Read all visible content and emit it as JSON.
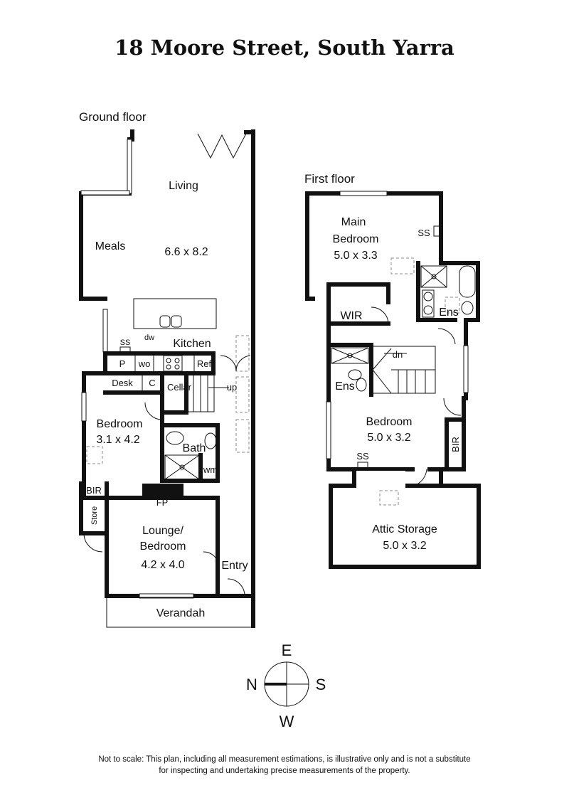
{
  "title": "18 Moore Street, South Yarra",
  "ground_floor": {
    "label": "Ground floor",
    "living": "Living",
    "meals": "Meals",
    "living_size": "6.6 x 8.2",
    "kitchen": "Kitchen",
    "dw": "dw",
    "ss": "SS",
    "pantry": "P",
    "wo": "wo",
    "ref": "Ref",
    "desk": "Desk",
    "c": "C",
    "cellar": "Cellar",
    "up": "up",
    "bedroom": "Bedroom",
    "bedroom_size": "3.1 x 4.2",
    "bath": "Bath",
    "wm": "wm",
    "bir": "BIR",
    "store": "Store",
    "fp": "FP",
    "lounge_line1": "Lounge/",
    "lounge_line2": "Bedroom",
    "lounge_size": "4.2 x 4.0",
    "entry": "Entry",
    "verandah": "Verandah"
  },
  "first_floor": {
    "label": "First floor",
    "main_bed_line1": "Main",
    "main_bed_line2": "Bedroom",
    "main_bed_size": "5.0 x 3.3",
    "ss": "SS",
    "wir": "WIR",
    "ens_main": "Ens",
    "dn": "dn",
    "ens2": "Ens",
    "bedroom": "Bedroom",
    "bedroom_size": "5.0 x 3.2",
    "bir": "BIR",
    "ss2": "SS",
    "attic": "Attic Storage",
    "attic_size": "5.0 x 3.2"
  },
  "compass": {
    "n": "N",
    "e": "E",
    "s": "S",
    "w": "W"
  },
  "disclaimer_line1": "Not to scale: This plan, including all measurement estimations, is illustrative only and is not a substitute",
  "disclaimer_line2": "for inspecting and undertaking precise measurements of the property.",
  "colors": {
    "wall": "#111111",
    "background": "#ffffff"
  }
}
